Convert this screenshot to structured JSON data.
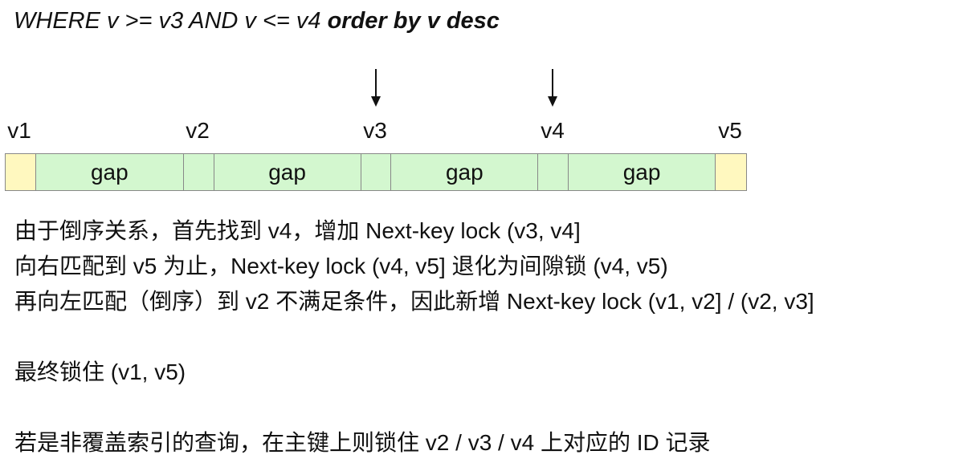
{
  "query": {
    "where_part": "WHERE v >= v3 AND v <= v4 ",
    "order_part": "order by v desc"
  },
  "index": {
    "values": [
      "v1",
      "v2",
      "v3",
      "v4",
      "v5"
    ],
    "gap_label": "gap",
    "arrow_targets": [
      "v3",
      "v4"
    ],
    "colors": {
      "end_record": "#fff8bf",
      "gap": "#d3f7cf"
    }
  },
  "notes": {
    "line1": "由于倒序关系，首先找到 v4，增加 Next-key lock (v3, v4]",
    "line2": "向右匹配到 v5 为止，Next-key lock (v4, v5] 退化为间隙锁 (v4, v5)",
    "line3": "再向左匹配（倒序）到 v2 不满足条件，因此新增 Next-key lock (v1, v2] / (v2, v3]",
    "line4": "最终锁住 (v1, v5)",
    "line5": "若是非覆盖索引的查询，在主键上则锁住 v2 / v3 / v4 上对应的 ID 记录"
  }
}
